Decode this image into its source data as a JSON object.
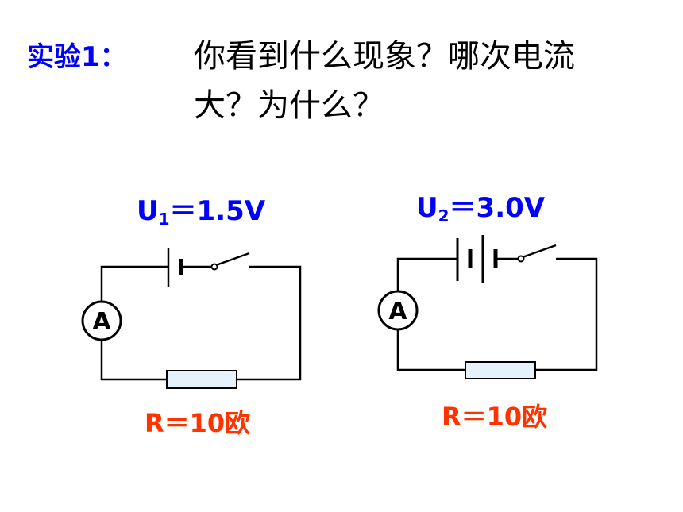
{
  "header": {
    "experiment_label": "实验1：",
    "question_line_1": "你看到什么现象？哪次电流",
    "question_line_2": "大？为什么？"
  },
  "circuits": [
    {
      "voltage_symbol": "U",
      "voltage_subscript": "1",
      "voltage_value": "＝1.5V",
      "ammeter_letter": "A",
      "resistance_label": "R＝10欧"
    },
    {
      "voltage_symbol": "U",
      "voltage_subscript": "2",
      "voltage_value": "＝3.0V",
      "ammeter_letter": "A",
      "resistance_label": "R＝10欧"
    }
  ],
  "colors": {
    "voltage_text": "#0000ff",
    "resistance_text": "#ff3300",
    "resistor_fill": "#e6f2fb"
  }
}
